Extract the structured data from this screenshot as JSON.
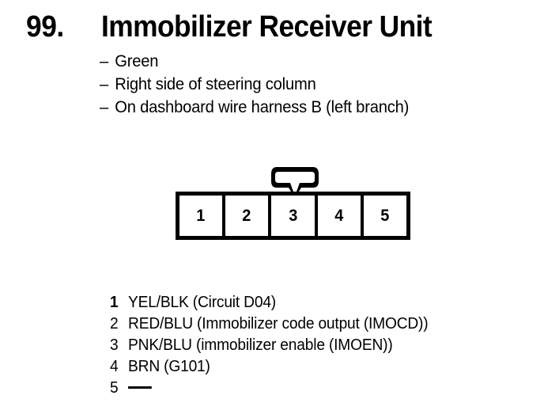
{
  "header": {
    "item_number": "99.",
    "title": "Immobilizer Receiver Unit"
  },
  "notes": {
    "dash": "–",
    "items": [
      "Green",
      "Right side of steering column",
      "On dashboard wire harness B (left branch)"
    ]
  },
  "connector": {
    "latch_name": "connector-latch",
    "cavities": [
      {
        "number": "1"
      },
      {
        "number": "2"
      },
      {
        "number": "3"
      },
      {
        "number": "4"
      },
      {
        "number": "5"
      }
    ]
  },
  "pin_legend": [
    {
      "num": "1",
      "text": "YEL/BLK (Circuit D04)"
    },
    {
      "num": "2",
      "text": "RED/BLU (Immobilizer code output (IMOCD))"
    },
    {
      "num": "3",
      "text": "PNK/BLU (immobilizer enable (IMOEN))"
    },
    {
      "num": "4",
      "text": "BRN (G101)"
    },
    {
      "num": "5",
      "text": ""
    }
  ],
  "colors": {
    "ink": "#000000",
    "paper": "#ffffff"
  }
}
